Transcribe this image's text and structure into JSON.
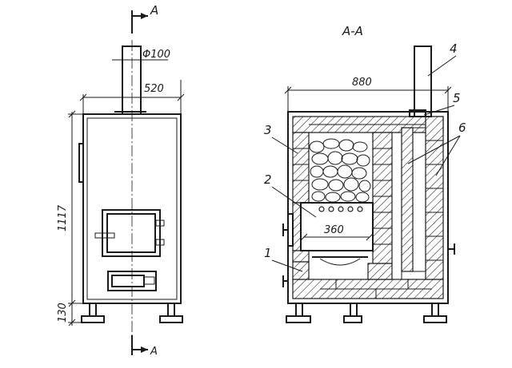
{
  "section_marks": {
    "letter_top": "A",
    "letter_bottom": "A",
    "section_title": "A-A"
  },
  "front_view": {
    "dim_pipe_diameter": "Φ100",
    "dim_width": "520",
    "dim_height": "1117",
    "dim_legs": "130"
  },
  "section_view": {
    "dim_width": "880",
    "dim_firebox": "360",
    "callouts": [
      "1",
      "2",
      "3",
      "4",
      "5",
      "6"
    ]
  }
}
